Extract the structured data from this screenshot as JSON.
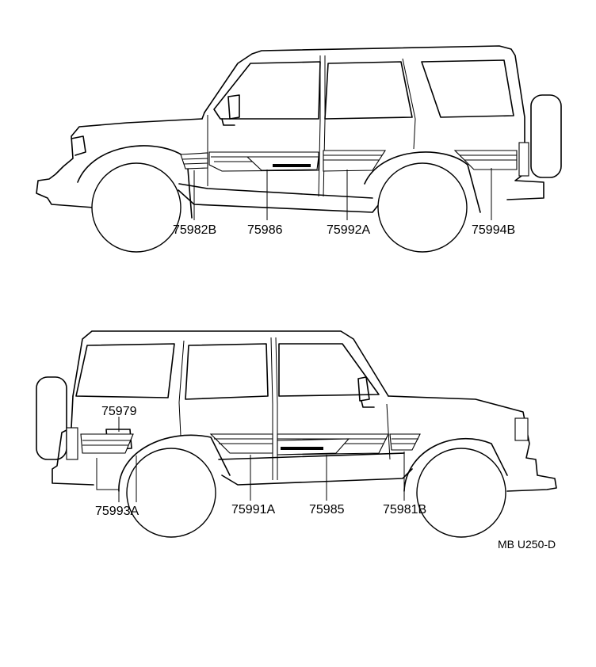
{
  "diagram": {
    "top_view": {
      "labels": [
        "75982B",
        "75986",
        "75992A",
        "75994B"
      ]
    },
    "bottom_view": {
      "labels": [
        "75979",
        "75993A",
        "75991A",
        "75985",
        "75981B"
      ]
    },
    "drawing_code": "MB U250-D"
  }
}
